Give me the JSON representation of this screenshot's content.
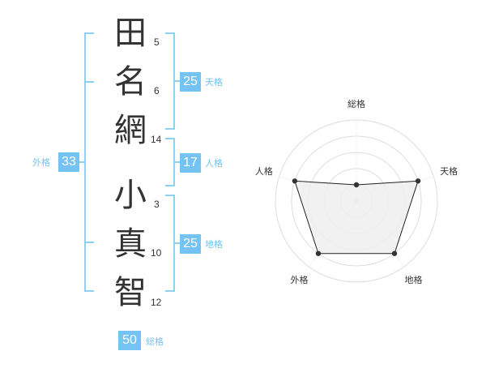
{
  "name": {
    "surname": [
      {
        "char": "田",
        "strokes": "5"
      },
      {
        "char": "名",
        "strokes": "6"
      },
      {
        "char": "網",
        "strokes": "14"
      }
    ],
    "given": [
      {
        "char": "小",
        "strokes": "3"
      },
      {
        "char": "真",
        "strokes": "10"
      },
      {
        "char": "智",
        "strokes": "12"
      }
    ]
  },
  "kakusu": {
    "tenkaku": {
      "value": "25",
      "label": "天格"
    },
    "jinkaku": {
      "value": "17",
      "label": "人格"
    },
    "chikaku": {
      "value": "25",
      "label": "地格"
    },
    "gaikaku": {
      "value": "33",
      "label": "外格"
    },
    "soukaku": {
      "value": "50",
      "label": "総格"
    }
  },
  "chart_data": {
    "type": "radar",
    "axes": [
      "総格",
      "天格",
      "地格",
      "外格",
      "人格"
    ],
    "values": [
      1,
      4,
      4,
      4,
      4
    ],
    "max": 5,
    "rings": 5,
    "colors": {
      "fill": "#efefef",
      "stroke": "#222222",
      "grid": "#dddddd"
    }
  },
  "colors": {
    "accent": "#74c3f2",
    "bracket": "#8fd0f5"
  }
}
